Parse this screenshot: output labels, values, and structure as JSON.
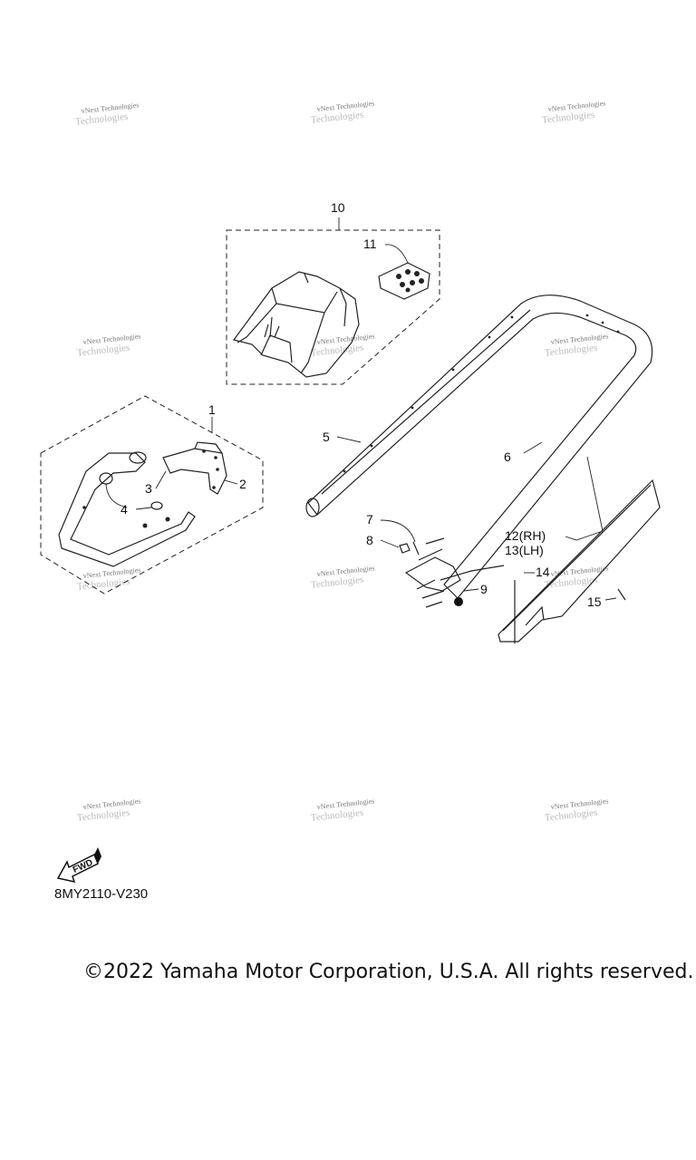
{
  "watermark": {
    "line1": "vNext Technologies",
    "line2": "Technologies"
  },
  "callouts": {
    "c1": "1",
    "c2": "2",
    "c3": "3",
    "c4": "4",
    "c5": "5",
    "c6": "6",
    "c7": "7",
    "c8": "8",
    "c9": "9",
    "c10": "10",
    "c11": "11",
    "c12": "12(RH)",
    "c13": "13(LH)",
    "c14": "14",
    "c15": "15"
  },
  "fwd_label": "FWD",
  "ref_code": "8MY2110-V230",
  "copyright": "©2022 Yamaha Motor Corporation, U.S.A. All rights reserved."
}
